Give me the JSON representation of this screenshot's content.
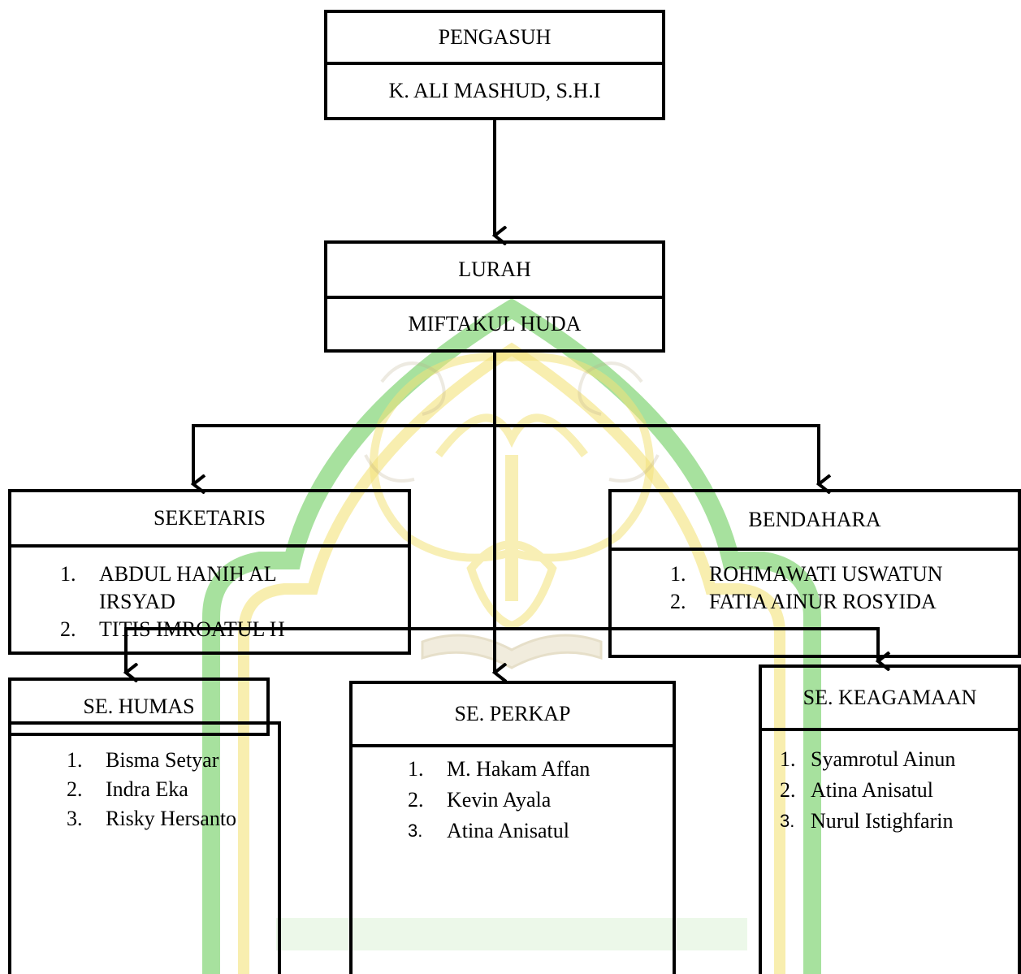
{
  "watermark": {
    "colors": {
      "green": "#5fc94e",
      "yellow": "#f3e27a",
      "tan": "#e2d6b4"
    }
  },
  "pengasuh": {
    "title": "PENGASUH",
    "name": "K. ALI MASHUD, S.H.I"
  },
  "lurah": {
    "title": "LURAH",
    "name": "MIFTAKUL HUDA"
  },
  "seketaris": {
    "title": "SEKETARIS",
    "members": [
      {
        "num": "1.",
        "name": "ABDUL HANIH AL",
        "name2": "IRSYAD"
      },
      {
        "num": "2.",
        "name": "TITIS IMROATUL H"
      }
    ]
  },
  "bendahara": {
    "title": "BENDAHARA",
    "members": [
      {
        "num": "1.",
        "name": "ROHMAWATI USWATUN"
      },
      {
        "num": "2.",
        "name": "FATIA  AINUR ROSYIDA"
      }
    ]
  },
  "humas": {
    "title": "SE. HUMAS",
    "members": [
      {
        "num": "1.",
        "name": "Bisma Setyar"
      },
      {
        "num": "2.",
        "name": "Indra Eka"
      },
      {
        "num": "3.",
        "name": "Risky Hersanto"
      }
    ]
  },
  "perkap": {
    "title": "SE. PERKAP",
    "members": [
      {
        "num": "1.",
        "name": "M. Hakam Affan"
      },
      {
        "num": "2.",
        "name": "Kevin Ayala"
      },
      {
        "num": "3.",
        "name": "Atina Anisatul"
      }
    ]
  },
  "keagamaan": {
    "title": "SE. KEAGAMAAN",
    "members": [
      {
        "num": "1.",
        "name": "Syamrotul Ainun"
      },
      {
        "num": "2.",
        "name": "Atina Anisatul"
      },
      {
        "num": "3.",
        "name": "Nurul Istighfarin"
      }
    ]
  }
}
